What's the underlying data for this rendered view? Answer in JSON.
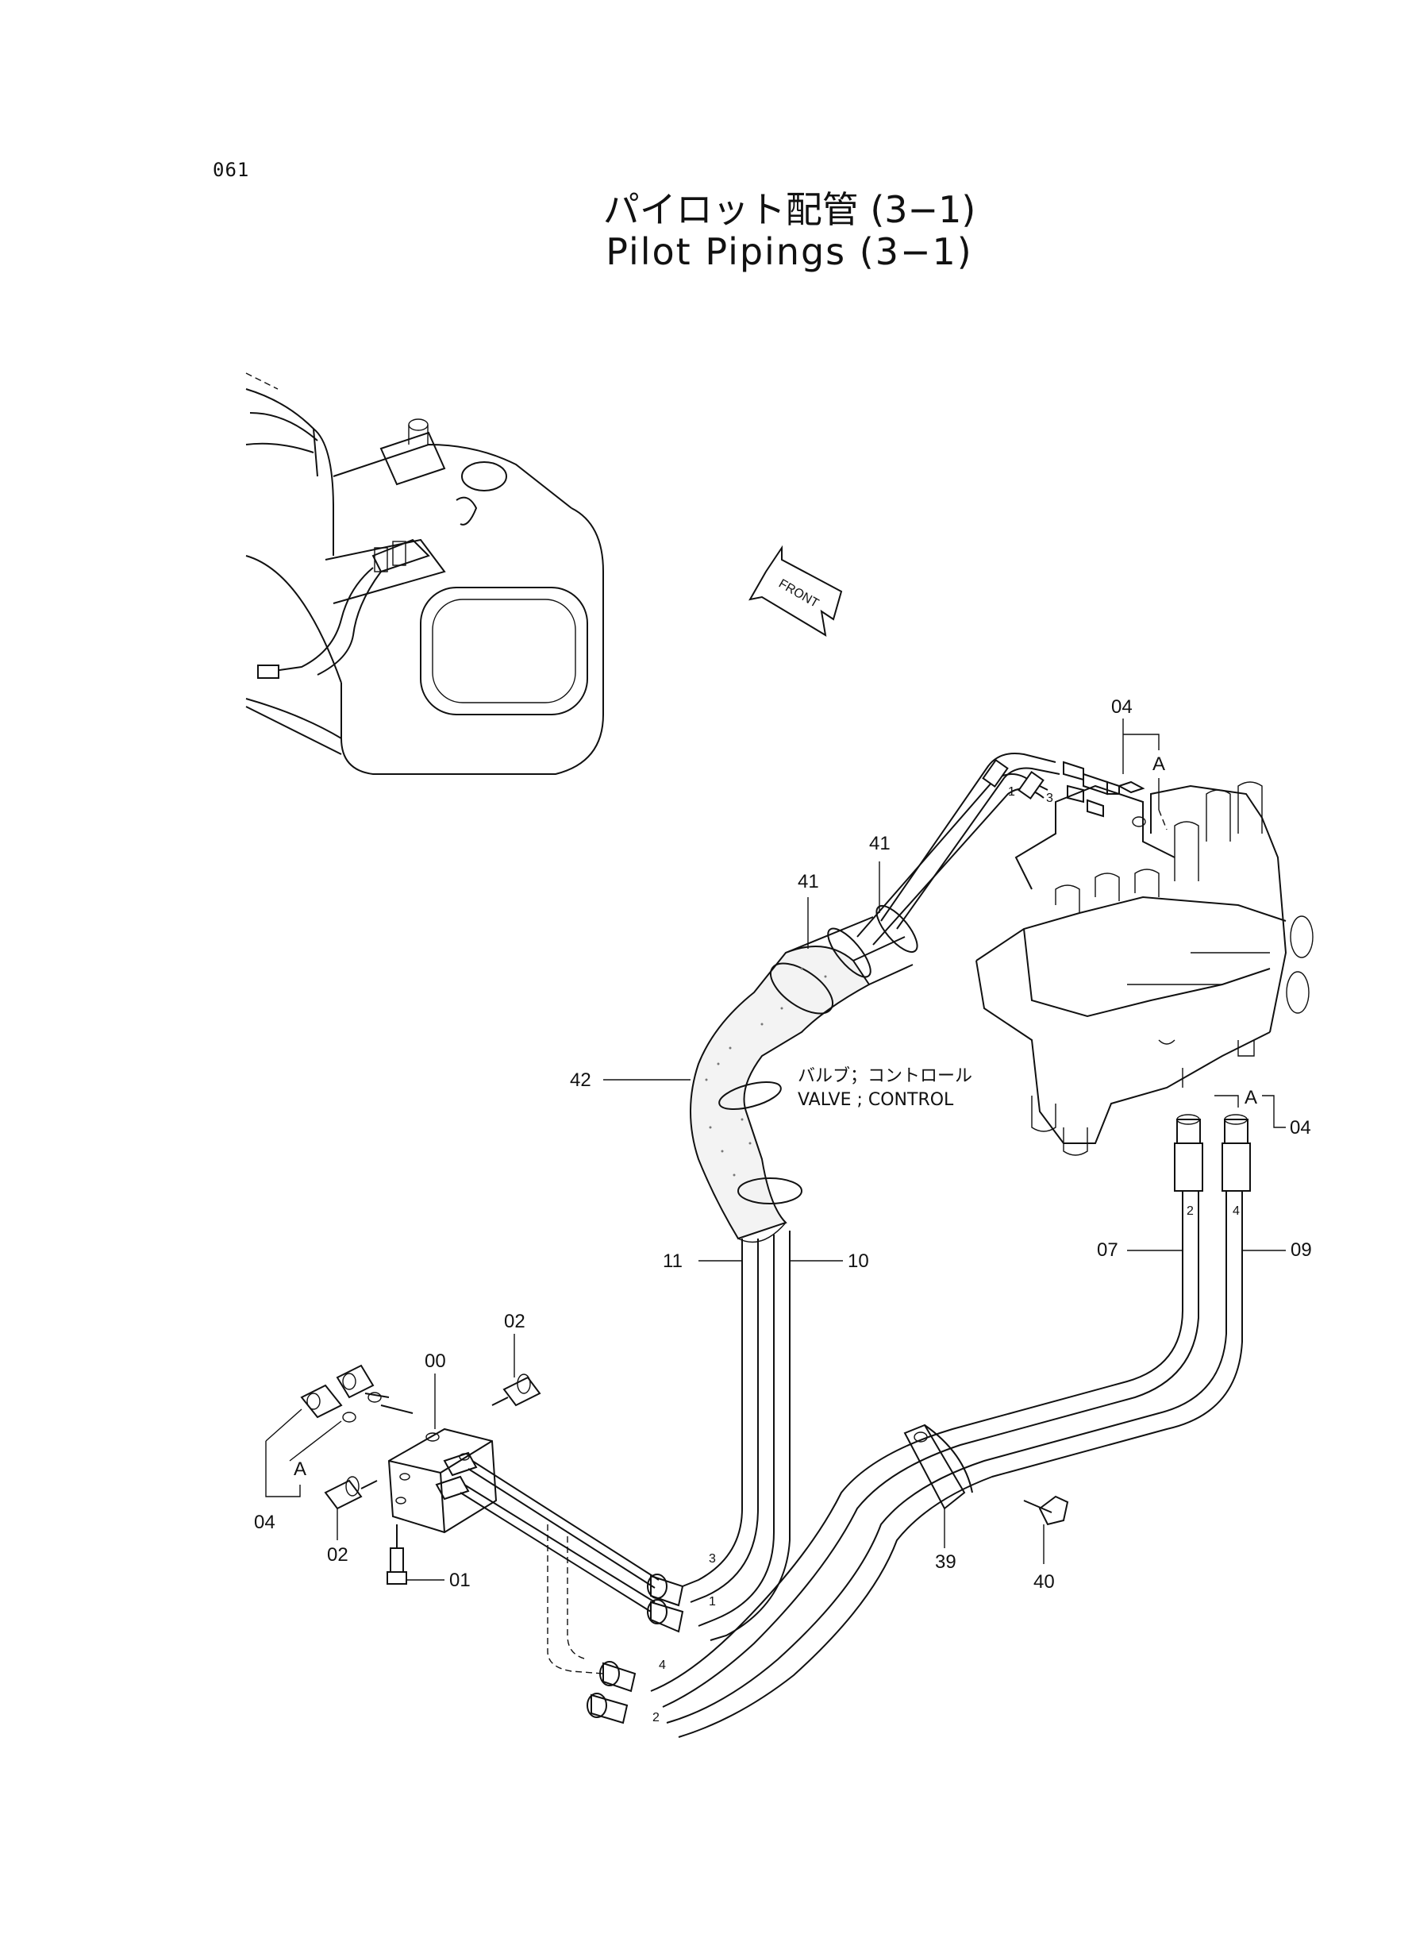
{
  "page": {
    "number": "061",
    "title_jp": "パイロット配管 (3−1)",
    "title_en": "Pilot Pipings (3−1)"
  },
  "diagram": {
    "front_marker": "FRONT",
    "valve_label_jp": "バルブ；コントロール",
    "valve_label_en": "VALVE ; CONTROL",
    "callouts": {
      "part_00": "00",
      "part_01": "01",
      "part_02_top": "02",
      "part_02_bottom": "02",
      "part_04_top": "04",
      "part_04_right": "04",
      "part_04_left": "04",
      "part_07": "07",
      "part_09": "09",
      "part_10": "10",
      "part_11": "11",
      "part_39": "39",
      "part_40": "40",
      "part_41_upper": "41",
      "part_41_lower": "41",
      "part_42": "42",
      "ref_A_top": "A",
      "ref_A_right": "A",
      "ref_A_left": "A"
    },
    "hose_marks": {
      "top_1": "1",
      "top_3": "3",
      "bottom_3": "3",
      "bottom_1": "1",
      "right_2": "2",
      "right_4": "4",
      "lower_4": "4",
      "lower_2": "2"
    }
  }
}
